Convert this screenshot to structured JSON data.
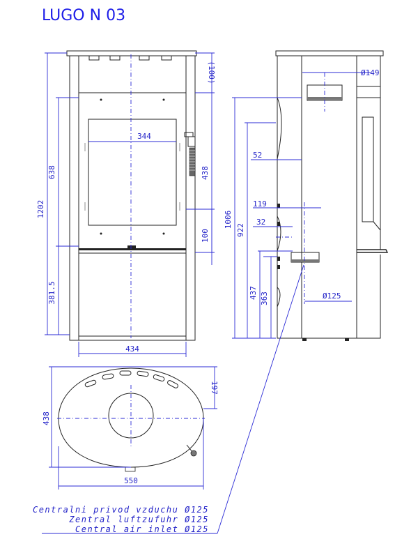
{
  "title": "LUGO N 03",
  "front_view": {
    "dims": {
      "total_height": "1202",
      "glass_height": "638",
      "lower_height": "381.5",
      "top_offset": "(100)",
      "door_height": "438",
      "bottom_offset": "100",
      "glass_width": "344",
      "width": "434"
    }
  },
  "side_view": {
    "dims": {
      "flue_diameter": "Ø149",
      "total_height": "1006",
      "flue_center_height": "922",
      "depth_offset": "52",
      "inlet_offset_1": "119",
      "inlet_offset_2": "32",
      "inlet_height_1": "437",
      "inlet_height_2": "363",
      "inlet_diameter": "Ø125"
    }
  },
  "top_view": {
    "dims": {
      "depth": "438",
      "rear_offset": "197",
      "width": "550"
    }
  },
  "legend": {
    "line_1": "Centralni privod vzduchu Ø125",
    "line_2": "Zentral luftzufuhr Ø125",
    "line_3": "Central air inlet Ø125"
  }
}
